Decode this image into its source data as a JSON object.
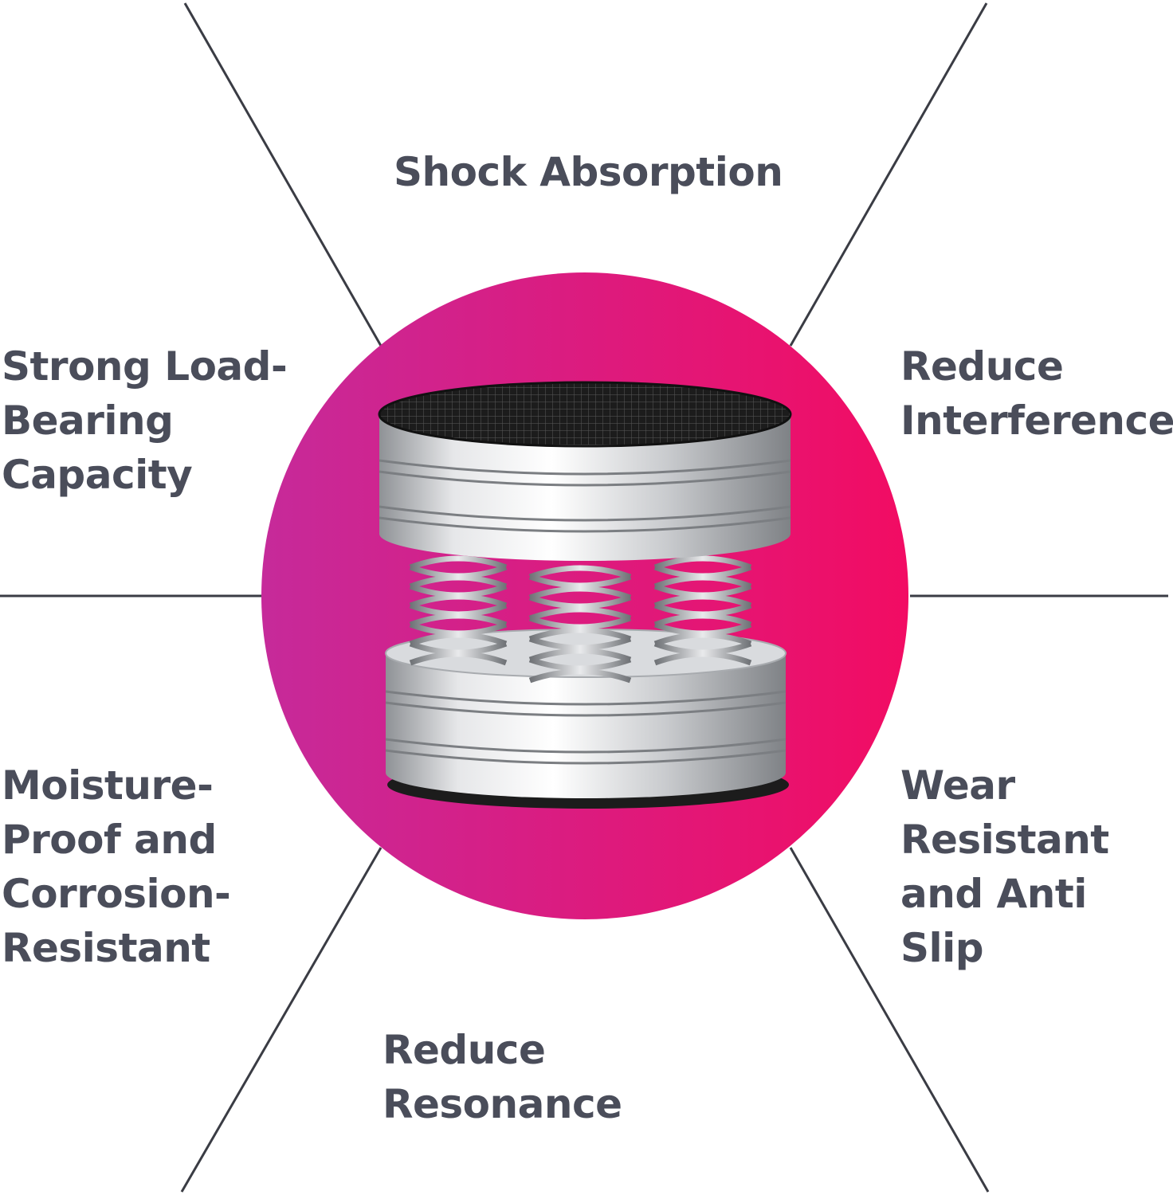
{
  "features": {
    "top": "Shock Absorption",
    "upper_left": "Strong Load-\nBearing\nCapacity",
    "upper_right": "Reduce\nInterference",
    "lower_left": "Moisture-\nProof and\nCorrosion-\nResistant",
    "lower_right": "Wear\nResistant\nand Anti Slip",
    "bottom": "Reduce Resonance"
  },
  "colors": {
    "text": "#4a4d5a",
    "lines": "#3a3c44",
    "circle_start": "#c62a9a",
    "circle_end": "#f20c63",
    "metal_light": "#f2f2f2",
    "metal_dark": "#8f9296",
    "pad": "#1c1c1c"
  }
}
